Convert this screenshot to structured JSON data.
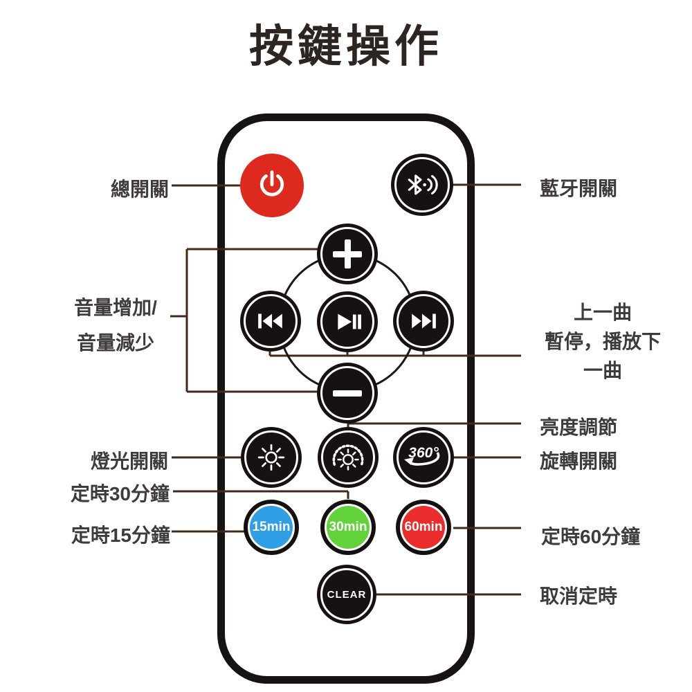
{
  "title": "按鍵操作",
  "colors": {
    "power_red": "#de2a1e",
    "timer15_blue": "#2f9fe5",
    "timer30_green": "#62d23a",
    "timer60_red": "#ea2c2c",
    "connector_brown": "#44291a",
    "remote_outline_black": "#181313",
    "label_gray": "#3e3b3a",
    "title_dark": "#2d2521"
  },
  "remote": {
    "buttons": {
      "power": {
        "icon": "power-icon"
      },
      "bluetooth": {
        "icon": "bluetooth-signal-icon"
      },
      "volume_up": {
        "icon": "plus-icon"
      },
      "volume_down": {
        "icon": "minus-icon"
      },
      "previous": {
        "icon": "previous-track-icon"
      },
      "play_pause": {
        "icon": "play-pause-icon"
      },
      "next": {
        "icon": "next-track-icon"
      },
      "light": {
        "icon": "sun-icon"
      },
      "brightness": {
        "icon": "sun-dial-icon"
      },
      "rotate": {
        "label": "360°",
        "icon": "rotate-arrow-icon"
      },
      "timer15": {
        "label": "15min"
      },
      "timer30": {
        "label": "30min"
      },
      "timer60": {
        "label": "60min"
      },
      "clear": {
        "label": "CLEAR"
      }
    }
  },
  "labels": {
    "master_switch": "總開關",
    "volume_line1": "音量增加/",
    "volume_line2": "音量減少",
    "light_switch": "燈光開關",
    "timer30": "定時30分鐘",
    "timer15": "定時15分鐘",
    "bluetooth_switch": "藍牙開關",
    "playback_line1": "上一曲",
    "playback_line2": "暫停，播放下",
    "playback_line3": "一曲",
    "brightness_adjust": "亮度調節",
    "rotate_switch": "旋轉開關",
    "timer60": "定時60分鐘",
    "cancel_timer": "取消定時"
  }
}
